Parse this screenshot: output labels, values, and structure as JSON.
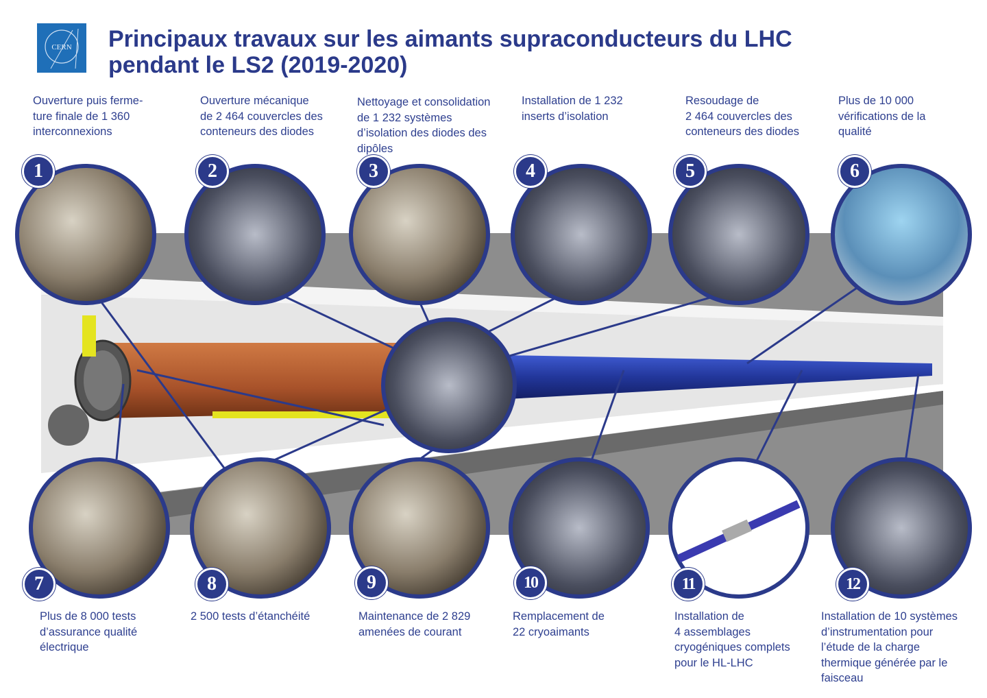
{
  "header": {
    "logo_text": "CERN",
    "title_line1": "Principaux travaux sur les aimants supraconducteurs du LHC",
    "title_line2": "pendant le LS2 (2019-2020)"
  },
  "steps": [
    {
      "number": "1",
      "caption": "Ouverture puis ferme-\nture finale de 1 360\ninterconnexions"
    },
    {
      "number": "2",
      "caption": "Ouverture mécanique\nde 2 464 couvercles des\nconteneurs des diodes"
    },
    {
      "number": "3",
      "caption": "Nettoyage et consolidation\nde 1 232 systèmes\nd’isolation des diodes des\ndipôles"
    },
    {
      "number": "4",
      "caption": "Installation de 1 232\ninserts d’isolation"
    },
    {
      "number": "5",
      "caption": "Resoudage de\n2 464 couvercles des\nconteneurs des diodes"
    },
    {
      "number": "6",
      "caption": "Plus de 10 000\nvérifications de la\nqualité"
    },
    {
      "number": "7",
      "caption": "Plus de 8 000 tests\nd’assurance qualité\nélectrique"
    },
    {
      "number": "8",
      "caption": "2 500 tests d’étanchéité"
    },
    {
      "number": "9",
      "caption": "Maintenance de 2 829\namenées de courant"
    },
    {
      "number": "10",
      "caption": "Remplacement de\n22 cryoaimants"
    },
    {
      "number": "11",
      "caption": "Installation de\n4 assemblages\ncryogéniques complets\npour le HL-LHC"
    },
    {
      "number": "12",
      "caption": "Installation de 10 systèmes\nd’instrumentation pour\nl’étude de la charge\nthermique générée par le\nfaisceau"
    }
  ],
  "colors": {
    "brand": "#2b3a8a",
    "logo": "#1f6fb8",
    "tube": "#2c44a8",
    "copper": "#b4602c"
  }
}
